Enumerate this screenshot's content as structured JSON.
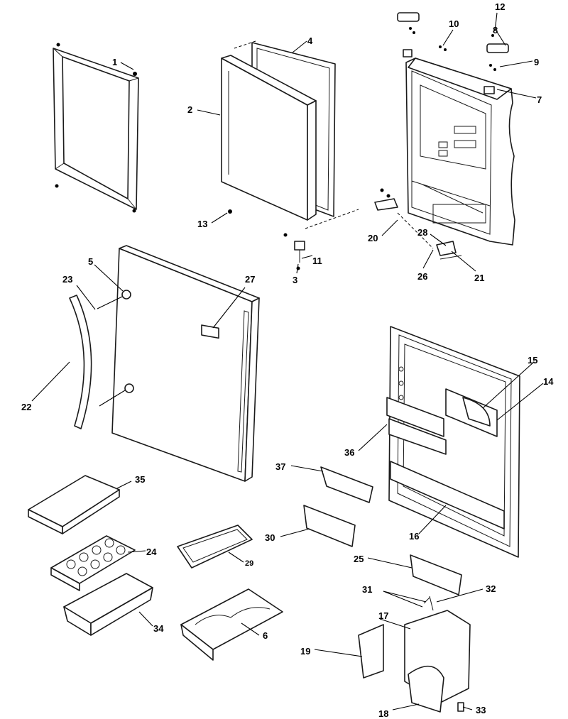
{
  "labels": [
    {
      "id": "1",
      "text": "1"
    },
    {
      "id": "2",
      "text": "2"
    },
    {
      "id": "3",
      "text": "3"
    },
    {
      "id": "4",
      "text": "4"
    },
    {
      "id": "5",
      "text": "5"
    },
    {
      "id": "6",
      "text": "6"
    },
    {
      "id": "7",
      "text": "7"
    },
    {
      "id": "8",
      "text": "8"
    },
    {
      "id": "9",
      "text": "9"
    },
    {
      "id": "10",
      "text": "10"
    },
    {
      "id": "11",
      "text": "11"
    },
    {
      "id": "12",
      "text": "12"
    },
    {
      "id": "13",
      "text": "13"
    },
    {
      "id": "14",
      "text": "14"
    },
    {
      "id": "15",
      "text": "15"
    },
    {
      "id": "16",
      "text": "16"
    },
    {
      "id": "17",
      "text": "17"
    },
    {
      "id": "18",
      "text": "18"
    },
    {
      "id": "19",
      "text": "19"
    },
    {
      "id": "20",
      "text": "20"
    },
    {
      "id": "21",
      "text": "21"
    },
    {
      "id": "22",
      "text": "22"
    },
    {
      "id": "23",
      "text": "23"
    },
    {
      "id": "24",
      "text": "24"
    },
    {
      "id": "25",
      "text": "25"
    },
    {
      "id": "26",
      "text": "26"
    },
    {
      "id": "27",
      "text": "27"
    },
    {
      "id": "28",
      "text": "28"
    },
    {
      "id": "29",
      "text": "29"
    },
    {
      "id": "30",
      "text": "30"
    },
    {
      "id": "31",
      "text": "31"
    },
    {
      "id": "32",
      "text": "32"
    },
    {
      "id": "33",
      "text": "33"
    },
    {
      "id": "34",
      "text": "34"
    },
    {
      "id": "35",
      "text": "35"
    },
    {
      "id": "36",
      "text": "36"
    },
    {
      "id": "37",
      "text": "37"
    }
  ]
}
